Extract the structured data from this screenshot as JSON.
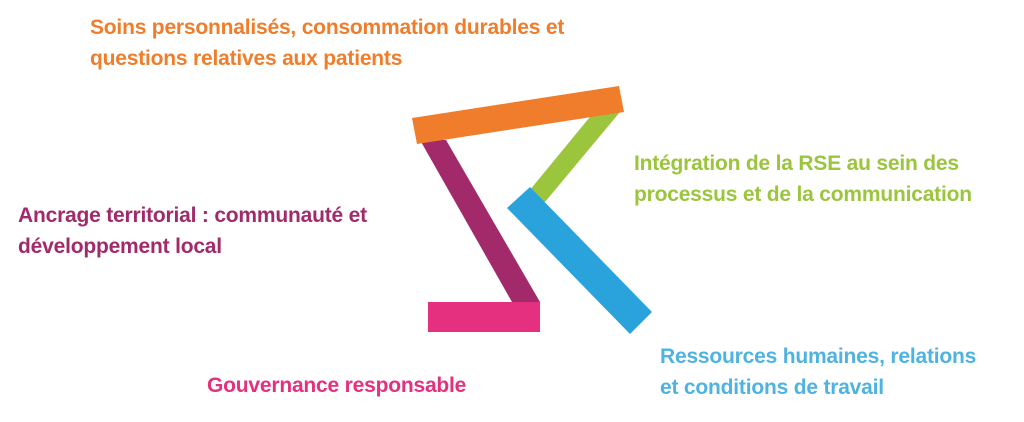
{
  "themes": {
    "orange": {
      "color": "#ef7d2b",
      "lines": [
        "Soins personnalisés, consommation durables et",
        "questions relatives aux patients"
      ]
    },
    "green": {
      "color": "#9bc53c",
      "lines": [
        "Intégration de la RSE au sein des",
        "processus et de la communication"
      ]
    },
    "purple": {
      "color": "#a22a6b",
      "lines": [
        "Ancrage territorial : communauté et",
        "développement local"
      ]
    },
    "blue": {
      "color": "#4fb3e2",
      "lines": [
        "Ressources humaines, relations",
        "et conditions de travail"
      ]
    },
    "pink": {
      "color": "#e4307f",
      "lines": [
        "Gouvernance responsable"
      ]
    }
  }
}
